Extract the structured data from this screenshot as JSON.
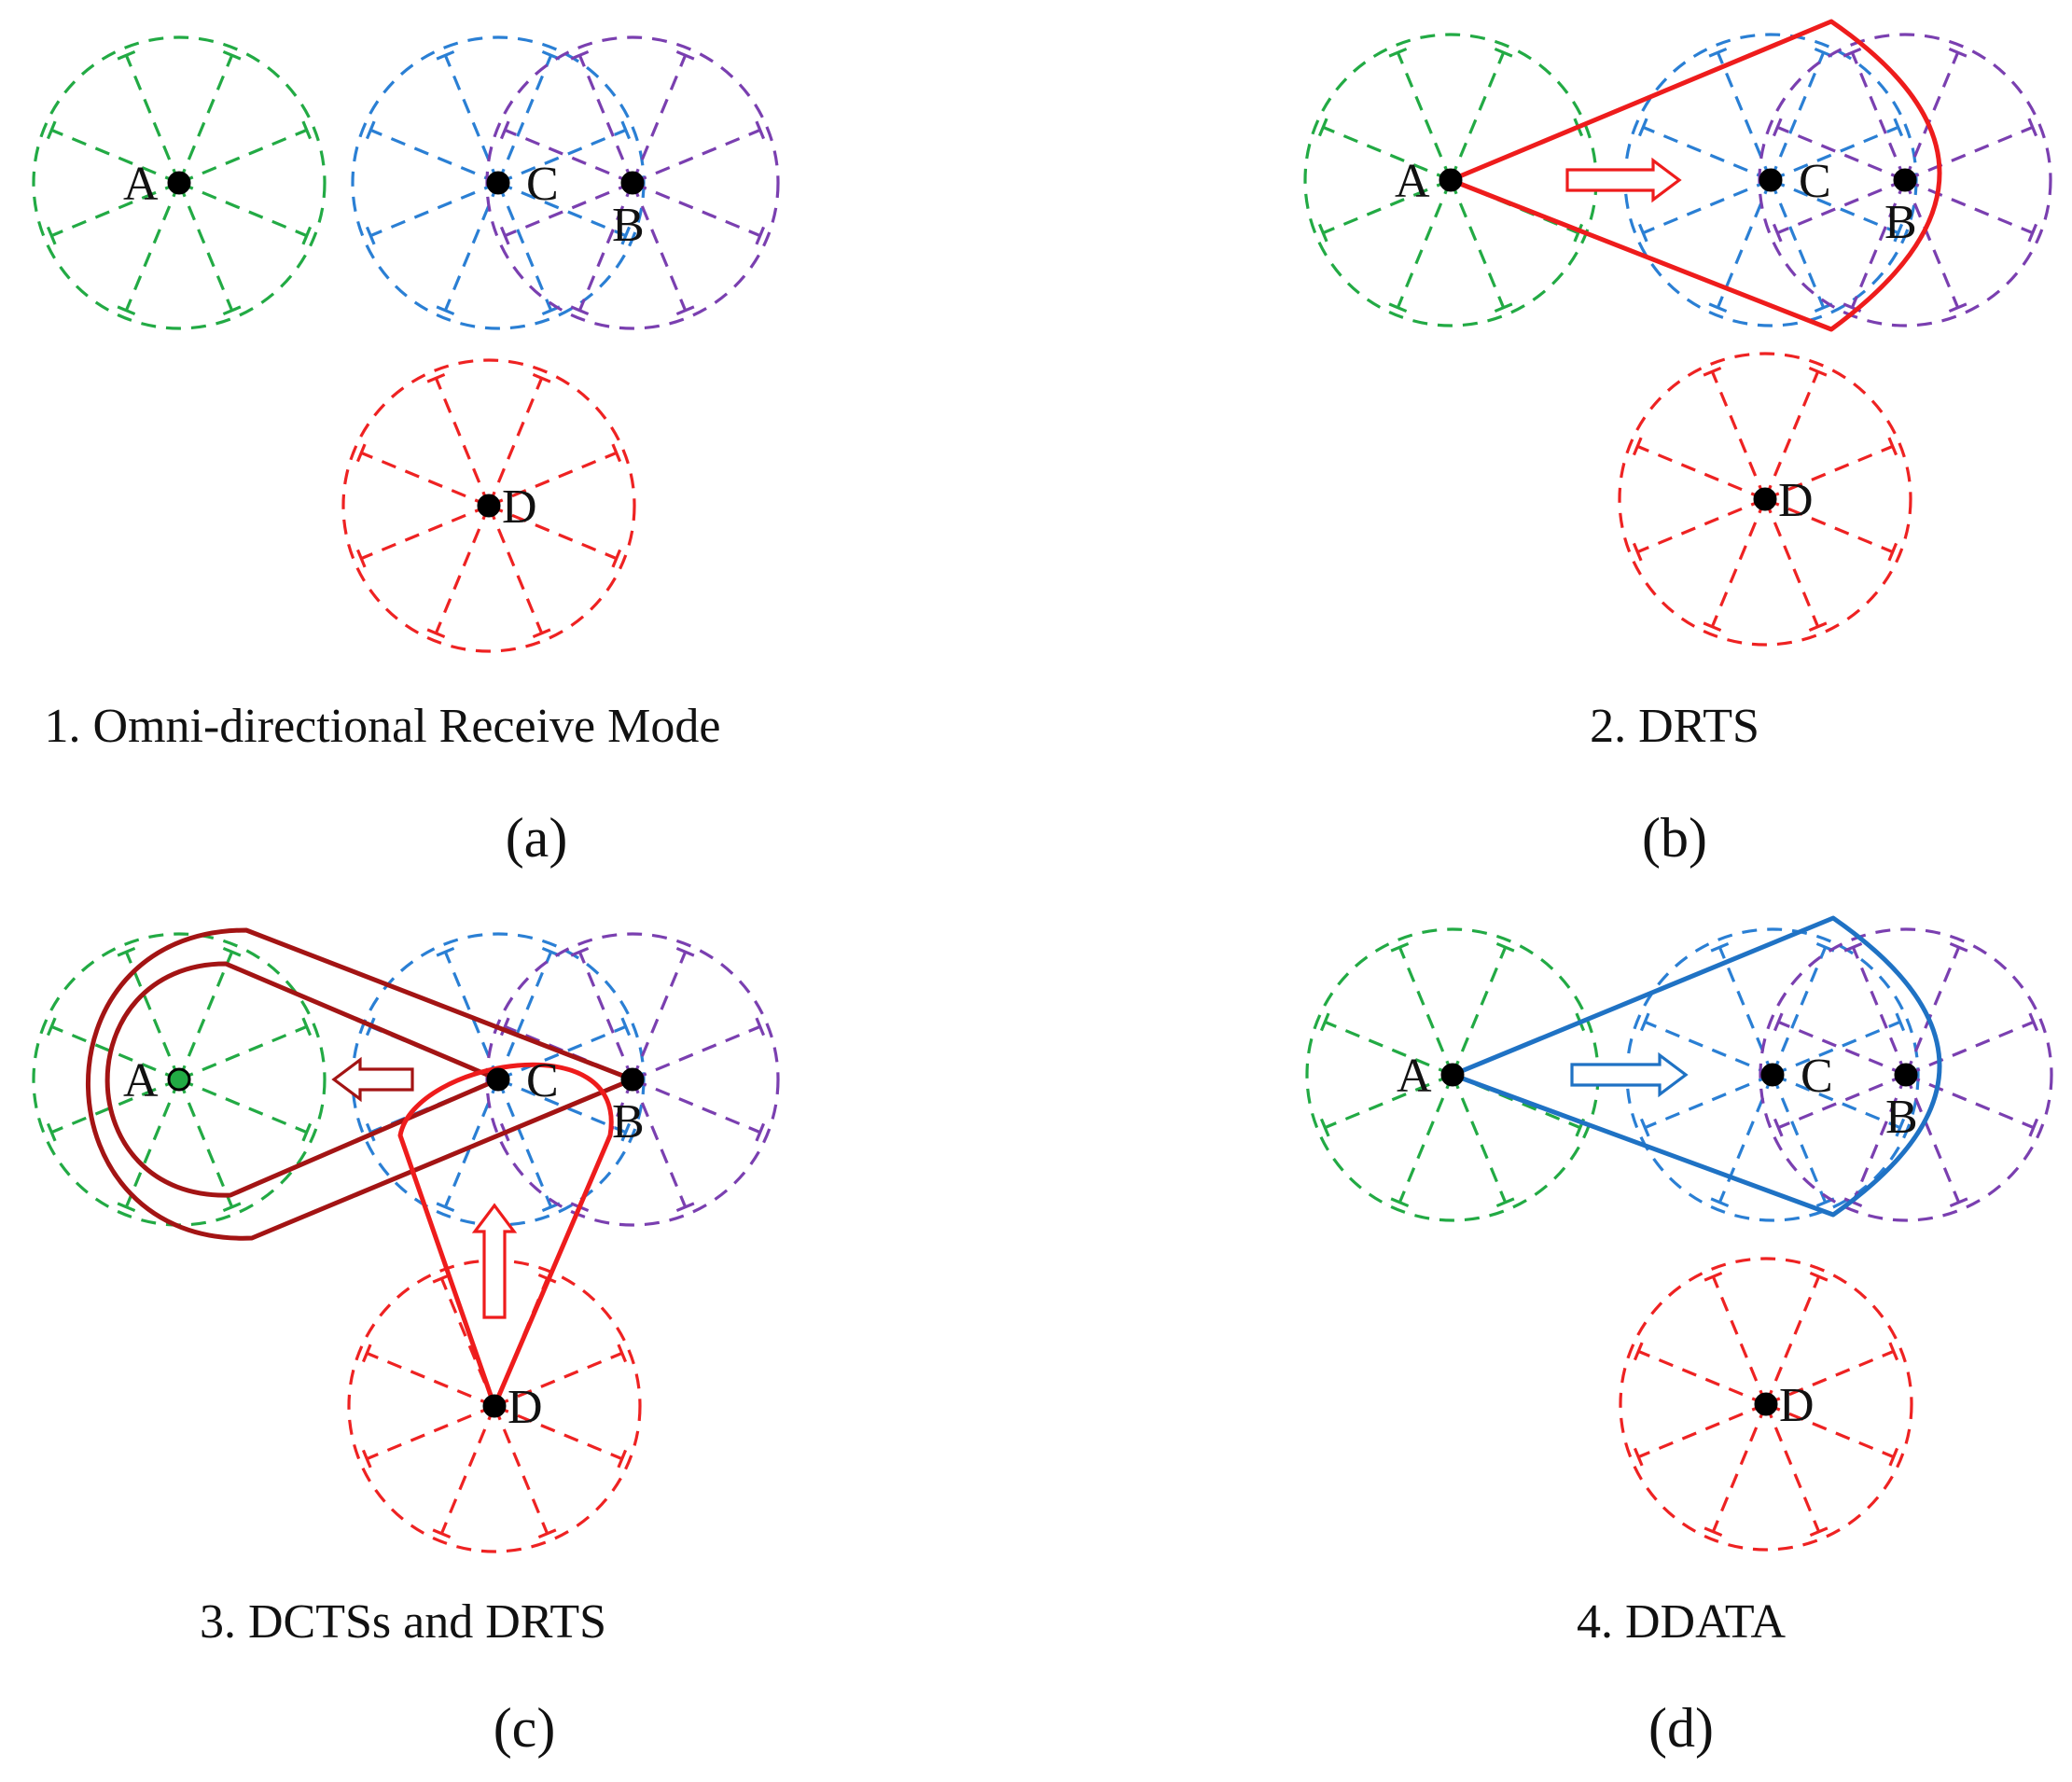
{
  "colors": {
    "A": "#22aa44",
    "C": "#2a7fd4",
    "B": "#7a3fb0",
    "D": "#ee2222",
    "drts": "#ee1c1c",
    "dcts_c": "#a31414",
    "dcts_d": "#ee1c1c",
    "ddata": "#1f72c4",
    "dot": "#000000"
  },
  "panels": [
    {
      "id": "a",
      "caption": "1. Omni-directional Receive Mode",
      "label": "(a)",
      "node_labels": {
        "A": "A",
        "B": "B",
        "C": "C",
        "D": "D"
      }
    },
    {
      "id": "b",
      "caption": "2. DRTS",
      "label": "(b)",
      "node_labels": {
        "A": "A",
        "B": "B",
        "C": "C",
        "D": "D"
      }
    },
    {
      "id": "c",
      "caption": "3. DCTSs and DRTS",
      "label": "(c)",
      "node_labels": {
        "A": "A",
        "B": "B",
        "C": "C",
        "D": "D"
      }
    },
    {
      "id": "d",
      "caption": "4. DDATA",
      "label": "(d)",
      "node_labels": {
        "A": "A",
        "B": "B",
        "C": "C",
        "D": "D"
      }
    }
  ]
}
